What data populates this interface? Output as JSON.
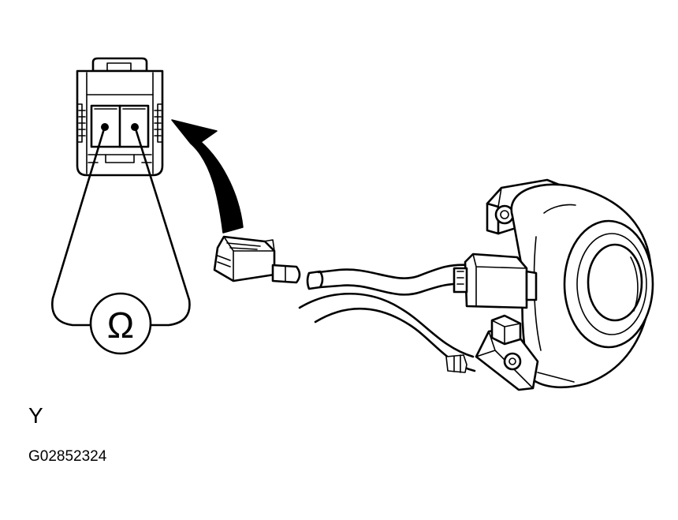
{
  "labels": {
    "view_letter": "Y",
    "figure_code": "G02852324"
  },
  "symbols": {
    "meter": "Ω"
  }
}
